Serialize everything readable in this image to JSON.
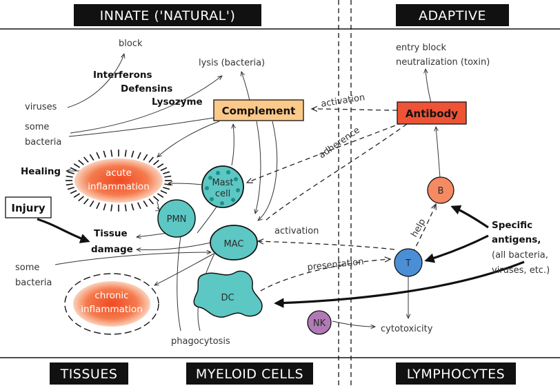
{
  "headers": {
    "innate": "INNATE ('NATURAL')",
    "adaptive": "ADAPTIVE",
    "tissues": "TISSUES",
    "myeloid": "MYELOID CELLS",
    "lymphocytes": "LYMPHOCYTES"
  },
  "innate": {
    "block": "block",
    "interferons": "Interferons",
    "defensins": "Defensins",
    "lysozyme": "Lysozyme",
    "viruses": "viruses",
    "some_bacteria_1": "some",
    "some_bacteria_2": "bacteria",
    "lysis": "lysis (bacteria)",
    "complement": "Complement",
    "healing": "Healing",
    "acute_1": "acute",
    "acute_2": "inflammation",
    "injury": "Injury",
    "tissue_1": "Tissue",
    "tissue_2": "damage",
    "some2_1": "some",
    "some2_2": "bacteria",
    "chronic_1": "chronic",
    "chronic_2": "inflammation",
    "phagocytosis": "phagocytosis"
  },
  "cells": {
    "mast_1": "Mast",
    "mast_2": "cell",
    "pmn": "PMN",
    "mac": "MAC",
    "dc": "DC",
    "nk": "NK",
    "t": "T",
    "b": "B"
  },
  "adaptive": {
    "entry_block": "entry block",
    "neutralization": "neutralization (toxin)",
    "antibody": "Antibody",
    "activation_top": "activation",
    "adherence": "adherence",
    "activation_mid": "activation",
    "presentation": "presentation",
    "help": "help",
    "cytotoxicity": "cytotoxicity",
    "specific_1": "Specific",
    "specific_2": "antigens,",
    "specific_3": "(all bacteria,",
    "specific_4": "viruses, etc.)"
  },
  "colors": {
    "complement": "#fbc98a",
    "antibody": "#ee5336",
    "inflammation": "#f15a2b",
    "myeloid_cell": "#5cc7c3",
    "lymph_b": "#f58a63",
    "lymph_t": "#4a8fd6",
    "nk": "#b07ab6"
  }
}
